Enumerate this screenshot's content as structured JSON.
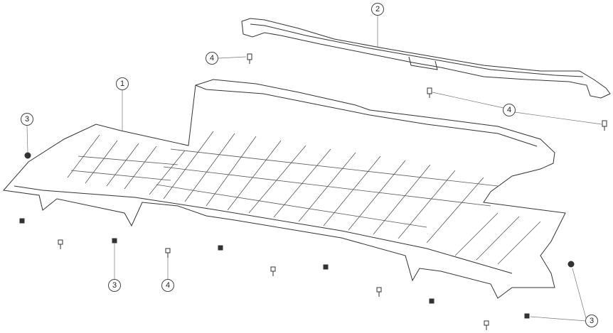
{
  "diagram": {
    "callouts": [
      {
        "id": "c1",
        "label": "1",
        "part": "underbody-shield"
      },
      {
        "id": "c2",
        "label": "2",
        "part": "support-bracket"
      },
      {
        "id": "c3a",
        "label": "3",
        "part": "clip"
      },
      {
        "id": "c3b",
        "label": "3",
        "part": "clip"
      },
      {
        "id": "c3c",
        "label": "3",
        "part": "clip"
      },
      {
        "id": "c4a",
        "label": "4",
        "part": "bolt"
      },
      {
        "id": "c4b",
        "label": "4",
        "part": "bolt"
      },
      {
        "id": "c4c",
        "label": "4",
        "part": "bolt"
      }
    ],
    "line_color": "#333333"
  }
}
